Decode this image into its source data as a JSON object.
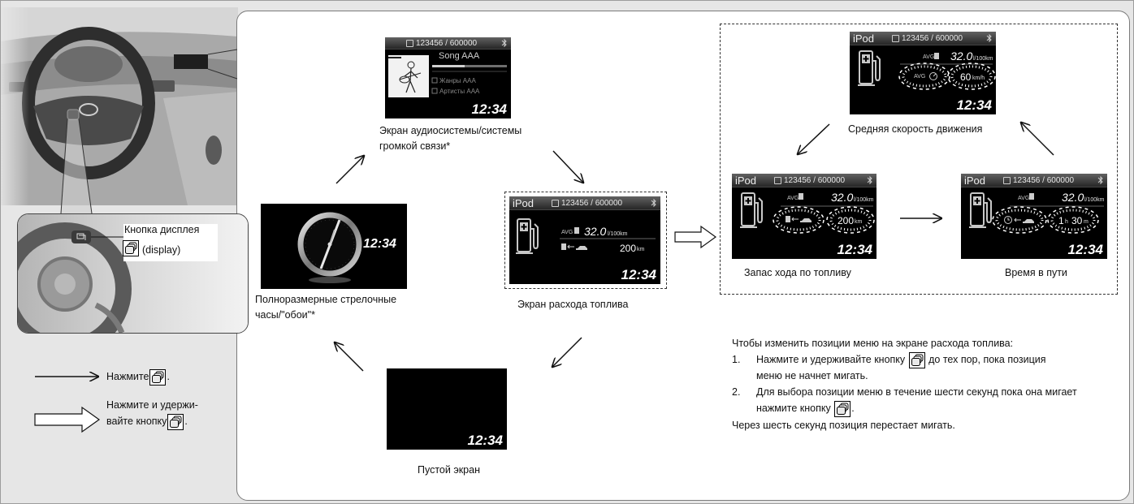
{
  "callout": {
    "button_label": "Кнопка дисплея",
    "button_sub": "(display)"
  },
  "legend": {
    "press_text": "Нажмите",
    "press_end": ".",
    "hold_line1": "Нажмите и удержи-",
    "hold_line2": "вайте кнопку",
    "hold_end": "."
  },
  "audio_screen": {
    "counter": "123456 / 600000",
    "song": "Song AAA",
    "genre": "Жанры AAA",
    "artist": "Артисты AAA",
    "time": "12:34",
    "caption_line1": "Экран аудиосистемы/системы",
    "caption_line2": "громкой связи*"
  },
  "clock_screen": {
    "time": "12:34",
    "caption_line1": "Полноразмерные стрелочные",
    "caption_line2": "часы/\"обои\"*"
  },
  "fuel_screen": {
    "source": "iPod",
    "counter": "123456 / 600000",
    "avg_label": "AVG",
    "consumption": "32.0",
    "consumption_unit": "l/100km",
    "range": "200",
    "range_unit": "km",
    "time": "12:34",
    "caption": "Экран расхода топлива"
  },
  "blank_screen": {
    "time": "12:34",
    "caption": "Пустой экран"
  },
  "avg_speed_screen": {
    "source": "iPod",
    "counter": "123456 / 600000",
    "avg_label": "AVG",
    "consumption": "32.0",
    "consumption_unit": "l/100km",
    "speed_label": "AVG",
    "speed": "60",
    "speed_unit": "km/h",
    "time": "12:34",
    "caption": "Средняя скорость движения"
  },
  "range_screen": {
    "source": "iPod",
    "counter": "123456 / 600000",
    "avg_label": "AVG",
    "consumption": "32.0",
    "consumption_unit": "l/100km",
    "range": "200",
    "range_unit": "km",
    "time": "12:34",
    "caption": "Запас хода по топливу"
  },
  "trip_time_screen": {
    "source": "iPod",
    "counter": "123456 / 600000",
    "avg_label": "AVG",
    "consumption": "32.0",
    "consumption_unit": "l/100km",
    "hours": "1",
    "hours_unit": "h",
    "minutes": "30",
    "minutes_unit": "m",
    "time": "12:34",
    "caption": "Время в пути"
  },
  "instructions": {
    "intro": "Чтобы изменить позиции меню на экране расхода топлива:",
    "steps": [
      {
        "number": "1.",
        "line1_before": "Нажмите и удерживайте кнопку",
        "line1_after": "до тех пор, пока позиция",
        "line2": "меню не начнет мигать."
      },
      {
        "number": "2.",
        "line1": "Для выбора позиции меню в течение шести секунд пока она мигает",
        "line2_before": "нажмите кнопку",
        "line2_after": "."
      }
    ],
    "footer": "Через шесть секунд позиция перестает мигать."
  }
}
